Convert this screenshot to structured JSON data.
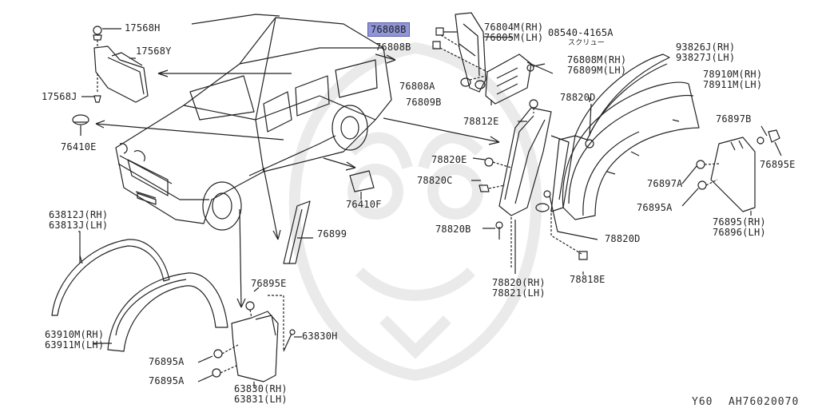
{
  "labels": {
    "p17568H": "17568H",
    "p17568Y": "17568Y",
    "p17568J": "17568J",
    "p76410E": "76410E",
    "p76410F": "76410F",
    "p76808B_hl": "76808B",
    "p76808B": "76808B",
    "p76804M": "76804M(RH)",
    "p76805M": "76805M(LH)",
    "p08540": "08540-4165A",
    "p08540_jp": "スクリュー",
    "p76808M": "76808M(RH)",
    "p76809M": "76809M(LH)",
    "p76808A": "76808A",
    "p76809B": "76809B",
    "p93826J": "93826J(RH)",
    "p93827J": "93827J(LH)",
    "p78910M": "78910M(RH)",
    "p78911M": "78911M(LH)",
    "p78820D_a": "78820D",
    "p78812E": "78812E",
    "p76897B": "76897B",
    "p76895E_r": "76895E",
    "p78820E": "78820E",
    "p76897A": "76897A",
    "p78820C": "78820C",
    "p76895A_r": "76895A",
    "p76895": "76895(RH)",
    "p76896": "76896(LH)",
    "p78820B": "78820B",
    "p78820D_b": "78820D",
    "p76899": "76899",
    "p63812J": "63812J(RH)",
    "p63813J": "63813J(LH)",
    "p78818E": "78818E",
    "p78820": "78820(RH)",
    "p78821": "78821(LH)",
    "p76895E_l": "76895E",
    "p63830H": "63830H",
    "p63910M": "63910M(RH)",
    "p63911M": "63911M(LH)",
    "p76895A_l1": "76895A",
    "p76895A_l2": "76895A",
    "p63830": "63830(RH)",
    "p63831": "63831(LH)"
  },
  "footer": {
    "model": "Y60",
    "code": "AH76020070"
  },
  "colors": {
    "line": "#222222",
    "highlight": "#8f95d6"
  }
}
